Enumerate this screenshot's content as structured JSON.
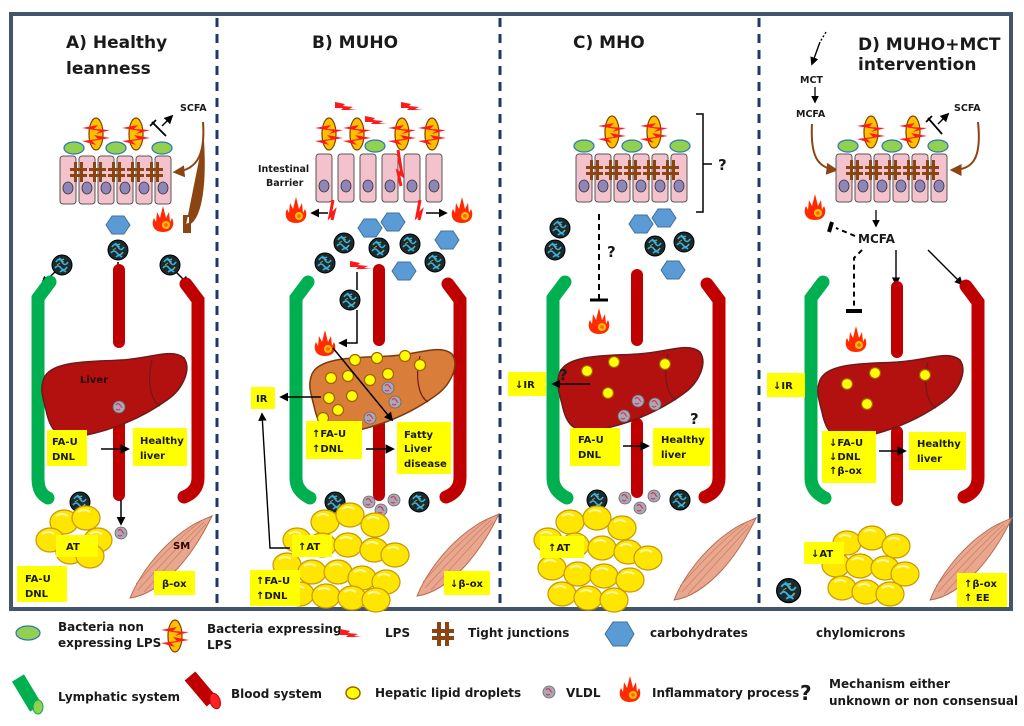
{
  "figure": {
    "panels": [
      {
        "id": "A",
        "title_lines": [
          "A) Healthy",
          "leanness"
        ],
        "scfa_label": "SCFA",
        "liver_label": "Liver",
        "liver_box": [
          "FA-U",
          "DNL"
        ],
        "outcome_box": [
          "Healthy",
          "liver"
        ],
        "at_label": "AT",
        "at_box": [
          "FA-U",
          "DNL"
        ],
        "muscle_label": "SM",
        "muscle_box": [
          "β-ox"
        ]
      },
      {
        "id": "B",
        "title_lines": [
          "B) MUHO"
        ],
        "barrier_label": [
          "Intestinal",
          "Barrier"
        ],
        "ir_label": "IR",
        "liver_box": [
          "↑FA-U",
          "↑DNL"
        ],
        "outcome_box": [
          "Fatty",
          "Liver",
          "disease"
        ],
        "at_label": "↑AT",
        "at_box": [
          "↑FA-U",
          "↑DNL"
        ],
        "muscle_box": [
          "↓β-ox"
        ]
      },
      {
        "id": "C",
        "title_lines": [
          "C) MHO"
        ],
        "question": "?",
        "ir_label": "↓IR",
        "liver_box": [
          "FA-U",
          "DNL"
        ],
        "outcome_box": [
          "Healthy",
          "liver"
        ],
        "at_label": "↑AT"
      },
      {
        "id": "D",
        "title_lines": [
          "D) MUHO+MCT",
          "intervention"
        ],
        "mct_label": "MCT",
        "mcfa_label": "MCFA",
        "scfa_label": "SCFA",
        "ir_label": "↓IR",
        "liver_box": [
          "↓FA-U",
          "↓DNL",
          "↑β-ox"
        ],
        "outcome_box": [
          "Healthy",
          "liver"
        ],
        "at_label": "↓AT",
        "muscle_box": [
          "↑β-ox",
          "↑ EE"
        ]
      }
    ]
  },
  "legend": {
    "items": [
      {
        "icon": "bacteria-non-lps-icon",
        "label": [
          "Bacteria non",
          "expressing LPS"
        ]
      },
      {
        "icon": "bacteria-lps-icon",
        "label": [
          "Bacteria expressing",
          "LPS"
        ]
      },
      {
        "icon": "lps-icon",
        "label": [
          "LPS"
        ]
      },
      {
        "icon": "tight-junction-icon",
        "label": [
          "Tight junctions"
        ]
      },
      {
        "icon": "carbohydrate-icon",
        "label": [
          "carbohydrates"
        ]
      },
      {
        "icon": "chylomicron-icon",
        "label": [
          "chylomicrons"
        ]
      },
      {
        "icon": "lymphatic-icon",
        "label": [
          "Lymphatic system"
        ]
      },
      {
        "icon": "blood-vessel-icon",
        "label": [
          "Blood system"
        ]
      },
      {
        "icon": "lipid-droplet-icon",
        "label": [
          "Hepatic lipid droplets"
        ]
      },
      {
        "icon": "vldl-icon",
        "label": [
          "VLDL"
        ]
      },
      {
        "icon": "inflammation-icon",
        "label": [
          "Inflammatory process"
        ]
      },
      {
        "icon": "question-icon",
        "label": [
          "Mechanism either",
          "unknown or non consensual"
        ],
        "glyph": "?"
      }
    ]
  },
  "colors": {
    "frame": "#44546a",
    "divider": "#1f3864",
    "yellow_box": "#ffff00",
    "blood": "#c00000",
    "lymph": "#00b050",
    "cell": "#f4c2cc",
    "nucleus": "#8e86b8",
    "tight_junction": "#8b4513",
    "carb": "#5b9bd5",
    "fat": "#ffe600",
    "liver": "#b31010",
    "fatty_liver": "#d97d3a",
    "flame": "#ff2a00"
  }
}
